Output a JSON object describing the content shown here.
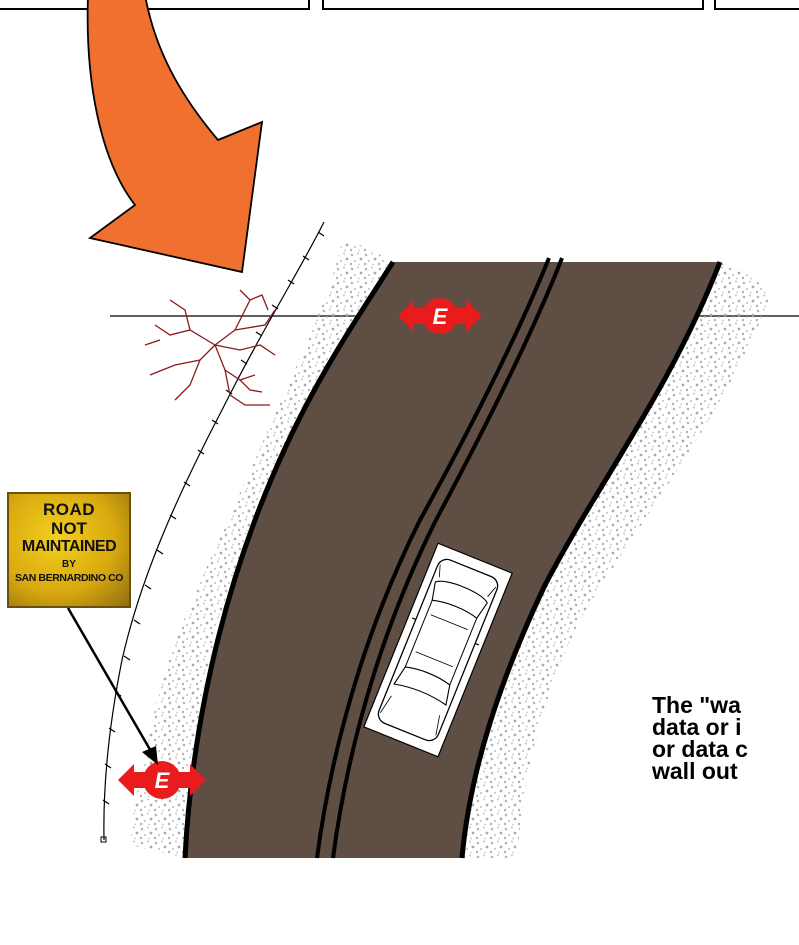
{
  "caption": {
    "line1": "The \"wa",
    "line2": "data or i",
    "line3": "or data c",
    "line4": "wall out"
  },
  "sign": {
    "line1": "ROAD",
    "line2": "NOT",
    "line3": "MAINTAINED",
    "line4": "BY",
    "line5": "SAN BERNARDINO CO"
  },
  "markers": {
    "endpoint_label": "E"
  },
  "colors": {
    "road": "#5e4e44",
    "arrow": "#f07030",
    "endpoint": "#e81c1c",
    "crack": "#8b1a1a",
    "gravel": "#b5b5b5"
  },
  "icons": {
    "flow_arrow": "curved-arrow-icon",
    "car": "car-icon",
    "endpoint": "double-arrow-icon"
  }
}
